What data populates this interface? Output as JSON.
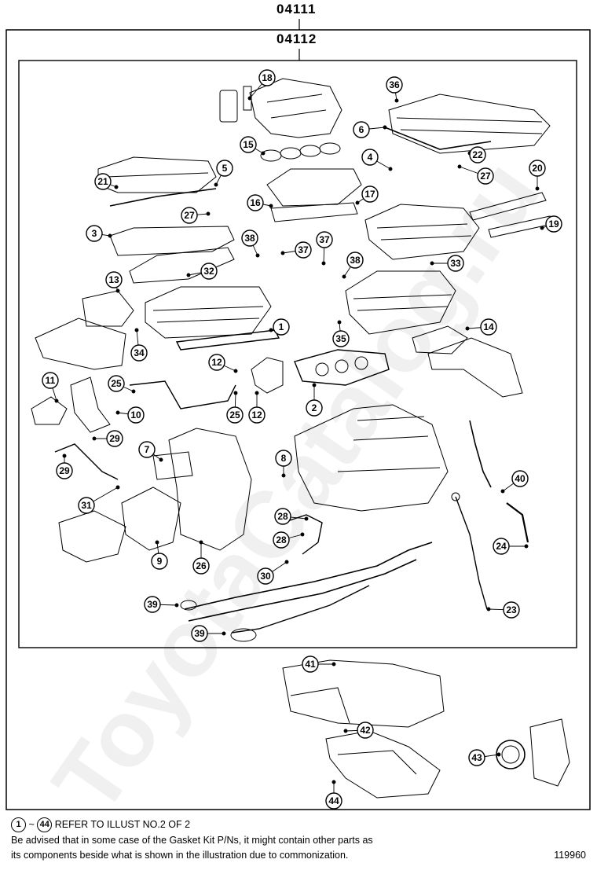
{
  "labels": {
    "outer_kit": "04111",
    "inner_kit": "04112"
  },
  "callouts": [
    {
      "n": "18"
    },
    {
      "n": "36"
    },
    {
      "n": "6"
    },
    {
      "n": "15"
    },
    {
      "n": "4"
    },
    {
      "n": "22"
    },
    {
      "n": "27"
    },
    {
      "n": "5"
    },
    {
      "n": "20"
    },
    {
      "n": "21"
    },
    {
      "n": "27"
    },
    {
      "n": "16"
    },
    {
      "n": "17"
    },
    {
      "n": "19"
    },
    {
      "n": "3"
    },
    {
      "n": "38"
    },
    {
      "n": "37"
    },
    {
      "n": "37"
    },
    {
      "n": "38"
    },
    {
      "n": "33"
    },
    {
      "n": "32"
    },
    {
      "n": "13"
    },
    {
      "n": "1"
    },
    {
      "n": "35"
    },
    {
      "n": "14"
    },
    {
      "n": "34"
    },
    {
      "n": "12"
    },
    {
      "n": "11"
    },
    {
      "n": "25"
    },
    {
      "n": "2"
    },
    {
      "n": "25"
    },
    {
      "n": "12"
    },
    {
      "n": "10"
    },
    {
      "n": "29"
    },
    {
      "n": "29"
    },
    {
      "n": "7"
    },
    {
      "n": "8"
    },
    {
      "n": "40"
    },
    {
      "n": "31"
    },
    {
      "n": "28"
    },
    {
      "n": "28"
    },
    {
      "n": "24"
    },
    {
      "n": "9"
    },
    {
      "n": "26"
    },
    {
      "n": "30"
    },
    {
      "n": "39"
    },
    {
      "n": "23"
    },
    {
      "n": "39"
    },
    {
      "n": "41"
    },
    {
      "n": "42"
    },
    {
      "n": "43"
    },
    {
      "n": "44"
    }
  ],
  "footer": {
    "range_start": "1",
    "range_sep": "~",
    "range_end": "44",
    "refer_text": "REFER TO ILLUST NO.2 OF 2",
    "note_line1": "Be advised that in some case of the Gasket Kit P/Ns,  it might contain other parts as",
    "note_line2": "its components beside what is shown in the illustration due to commonization.",
    "illust_number": "119960"
  },
  "watermark": "ToyotaCatalog.ru"
}
